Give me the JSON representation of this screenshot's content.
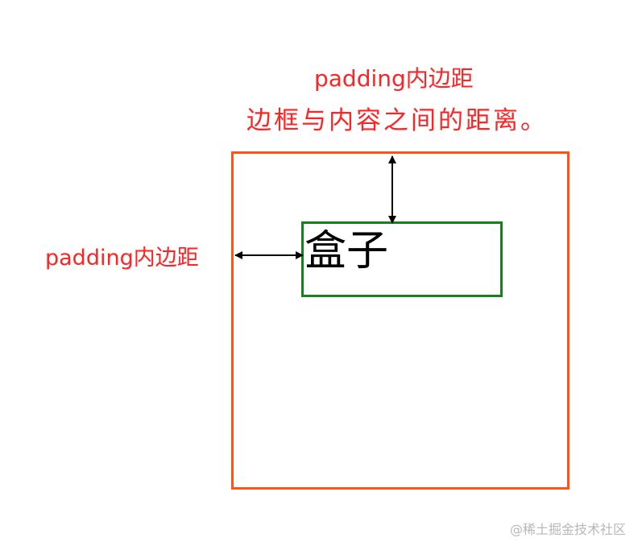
{
  "labels": {
    "top_line1": "padding内边距",
    "top_line2": "边框与内容之间的距离。",
    "left": "padding内边距"
  },
  "content_box": {
    "text": "盒子"
  },
  "watermark": "@稀土掘金技术社区",
  "colors": {
    "label": "#ff2323",
    "outer_border": "#ff5317",
    "inner_border": "#12821a",
    "arrow": "#000000",
    "watermark": "#b7b7b7"
  }
}
